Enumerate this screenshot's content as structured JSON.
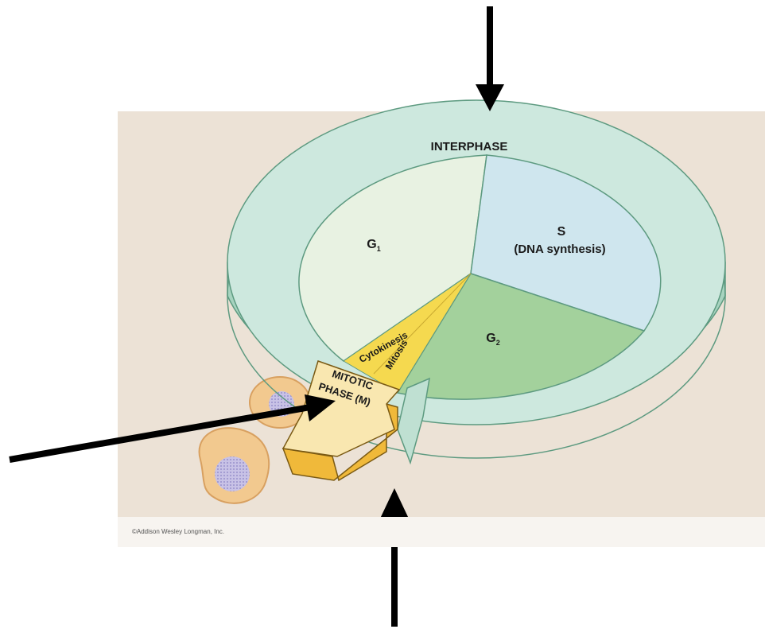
{
  "diagram": {
    "labels": {
      "interphase": "INTERPHASE",
      "g1": "G",
      "g1_sub": "1",
      "s": "S",
      "s_detail": "(DNA synthesis)",
      "g2": "G",
      "g2_sub": "2",
      "cytokinesis": "Cytokinesis",
      "mitosis": "Mitosis",
      "mitotic_line1": "MITOTIC",
      "mitotic_line2": "PHASE (M)"
    },
    "credit": "©Addison Wesley Longman, Inc."
  },
  "colors": {
    "background_panel": "#ece2d6",
    "ring": "#cde8de",
    "ring_side": "#a7d3bf",
    "g1": "#e8f2e2",
    "s": "#cfe6ee",
    "g2": "#a3d19c",
    "mitosis_wedge": "#f5d94f",
    "mitotic_arrow": "#f9e7b0",
    "mitotic_arrow_side": "#f0b93a",
    "pointer_arrows": "#000000"
  }
}
